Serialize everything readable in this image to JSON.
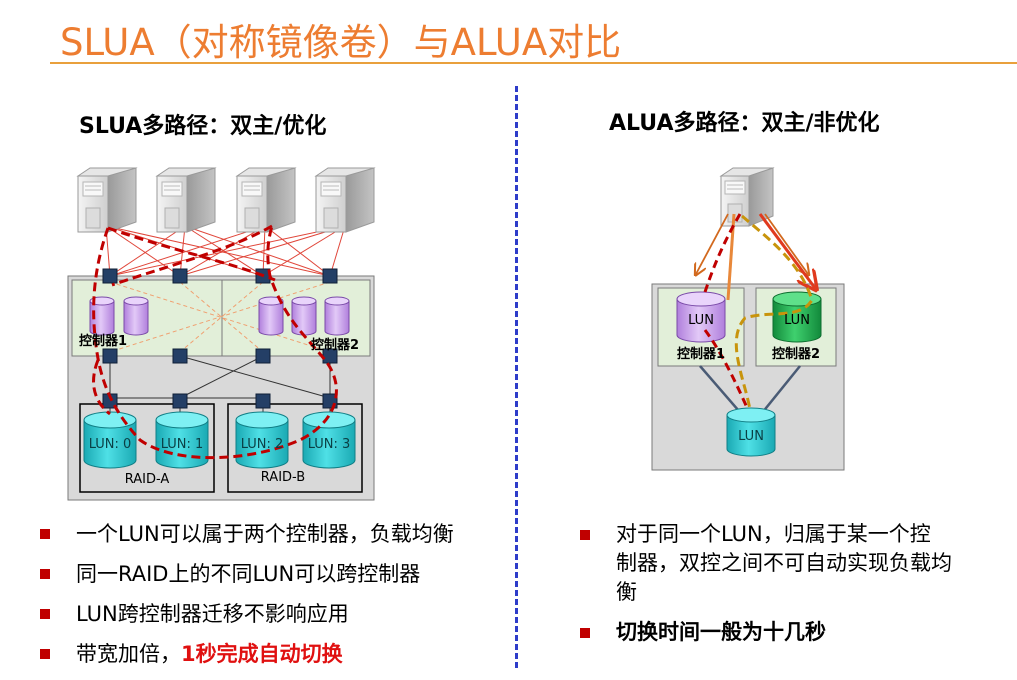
{
  "title": "SLUA（对称镜像卷）与ALUA对比",
  "left": {
    "heading": "SLUA多路径：双主/优化",
    "controllers": [
      "控制器1",
      "控制器2"
    ],
    "luns": [
      "LUN: 0",
      "LUN: 1",
      "LUN: 2",
      "LUN: 3"
    ],
    "raids": [
      "RAID-A",
      "RAID-B"
    ],
    "bullets": [
      {
        "text": "一个LUN可以属于两个控制器，负载均衡"
      },
      {
        "text": "同一RAID上的不同LUN可以跨控制器"
      },
      {
        "text": "LUN跨控制器迁移不影响应用"
      },
      {
        "text": "带宽加倍，",
        "highlight": "1秒完成自动切换"
      }
    ]
  },
  "right": {
    "heading": "ALUA多路径：双主/非优化",
    "controllers": [
      "控制器1",
      "控制器2"
    ],
    "lun_labels": [
      "LUN",
      "LUN",
      "LUN"
    ],
    "bullets": [
      {
        "text": "对于同一个LUN，归属于某一个控制器，双控之间不可自动实现负载均衡",
        "lines": [
          "对于同一个LUN，归属于某一个控",
          "制器，双控之间不可自动实现负载均",
          "衡"
        ]
      },
      {
        "text": "切换时间一般为十几秒",
        "bold": true
      }
    ]
  },
  "colors": {
    "title": "#ED7D31",
    "divider": "#2E3CC9",
    "bullet": "#C00000",
    "highlight": "#E01010",
    "path_red": "#C00000",
    "path_gold": "#C8940C",
    "lun_cyan": "#24C4CC",
    "lun_purple": "#C79BEA",
    "lun_green": "#1FA84C"
  },
  "icons": [
    "server-icon",
    "switch-port-icon",
    "disk-cylinder-icon"
  ]
}
